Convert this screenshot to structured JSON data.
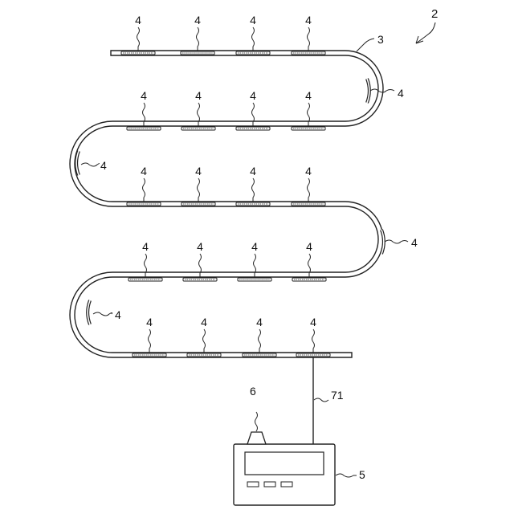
{
  "figure": {
    "system_label": "2",
    "belt_label": "3",
    "pad_label": "4",
    "controller_label": "5",
    "lamp_label": "6",
    "cable_label": "71",
    "colors": {
      "line": "#222222",
      "background": "#ffffff"
    }
  }
}
